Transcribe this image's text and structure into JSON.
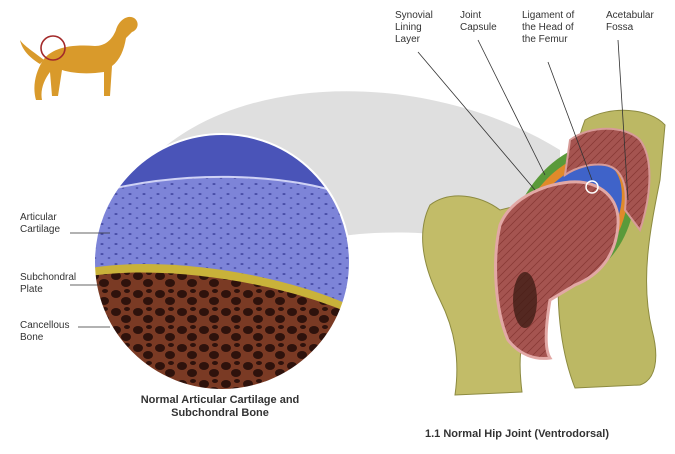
{
  "labels": {
    "synovial": "Synovial\nLining\nLayer",
    "joint_capsule": "Joint\nCapsule",
    "ligament": "Ligament of\nthe Head of\nthe Femur",
    "acetabular": "Acetabular\nFossa",
    "articular_cartilage": "Articular\nCartilage",
    "subchondral_plate": "Subchondral\nPlate",
    "cancellous_bone": "Cancellous\nBone"
  },
  "captions": {
    "inset": "Normal Articular Cartilage and\nSubchondral Bone",
    "figure": "1.1 Normal Hip Joint (Ventrodorsal)"
  },
  "colors": {
    "dog": "#d99a2b",
    "dog_marker": "#a32a2a",
    "cartilage": "#7b7fd4",
    "subchondral": "#c9b23a",
    "cancellous": "#5a2418",
    "bone_section": "#a8524c",
    "bone_surface": "#b8b460",
    "capsule_blue": "#3f63c9",
    "callout_gray": "#d6d6d6"
  }
}
